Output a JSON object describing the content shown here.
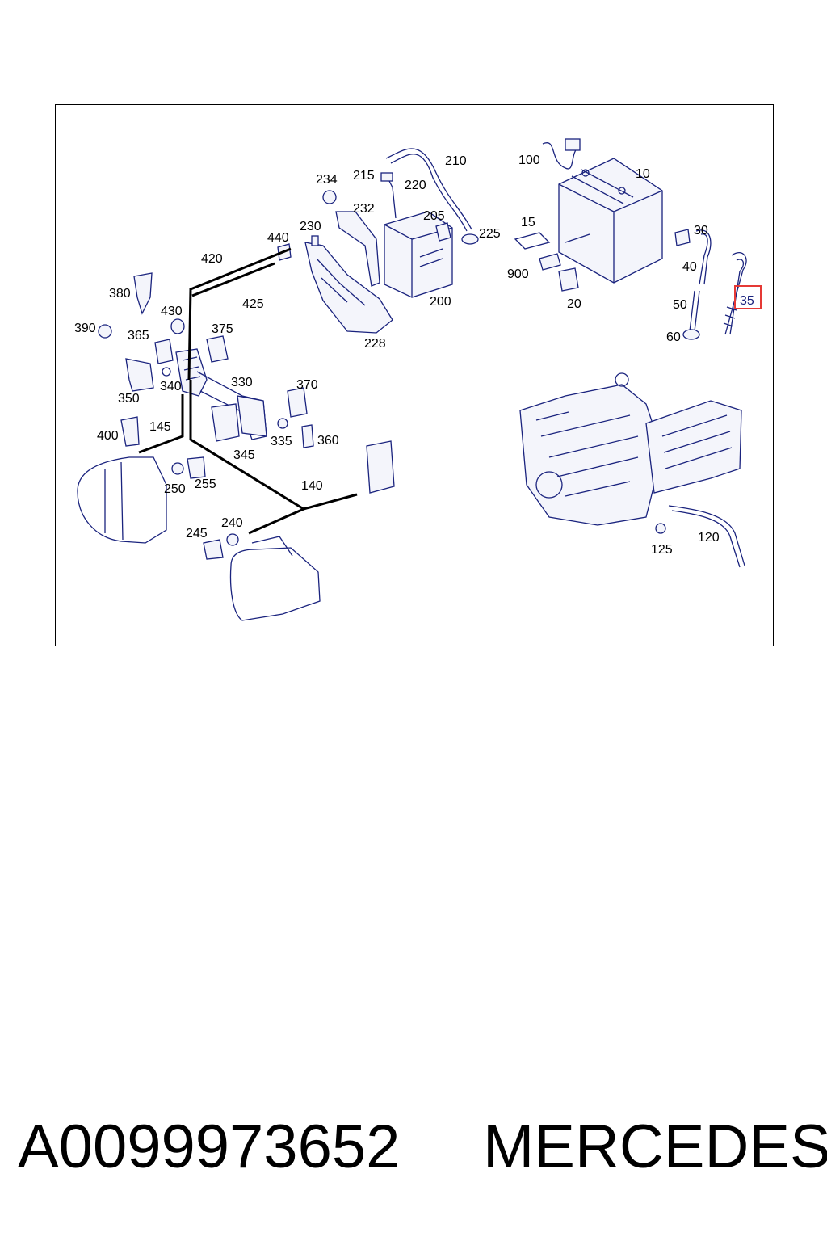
{
  "diagram": {
    "highlight_color": "#e53935",
    "line_color": "#1a237e",
    "highlighted_label": "35",
    "labels": {
      "l10": "10",
      "l15": "15",
      "l20": "20",
      "l30": "30",
      "l35": "35",
      "l40": "40",
      "l50": "50",
      "l60": "60",
      "l100": "100",
      "l120": "120",
      "l125": "125",
      "l140": "140",
      "l145": "145",
      "l200": "200",
      "l205": "205",
      "l210": "210",
      "l215": "215",
      "l220": "220",
      "l225": "225",
      "l228": "228",
      "l230": "230",
      "l232": "232",
      "l234": "234",
      "l240": "240",
      "l245": "245",
      "l250": "250",
      "l255": "255",
      "l330": "330",
      "l335": "335",
      "l340": "340",
      "l345": "345",
      "l350": "350",
      "l360": "360",
      "l365": "365",
      "l370": "370",
      "l375": "375",
      "l380": "380",
      "l390": "390",
      "l400": "400",
      "l420": "420",
      "l425": "425",
      "l430": "430",
      "l440": "440",
      "l900": "900"
    }
  },
  "footer": {
    "part_number": "A0099973652",
    "brand": "MERCEDES"
  }
}
